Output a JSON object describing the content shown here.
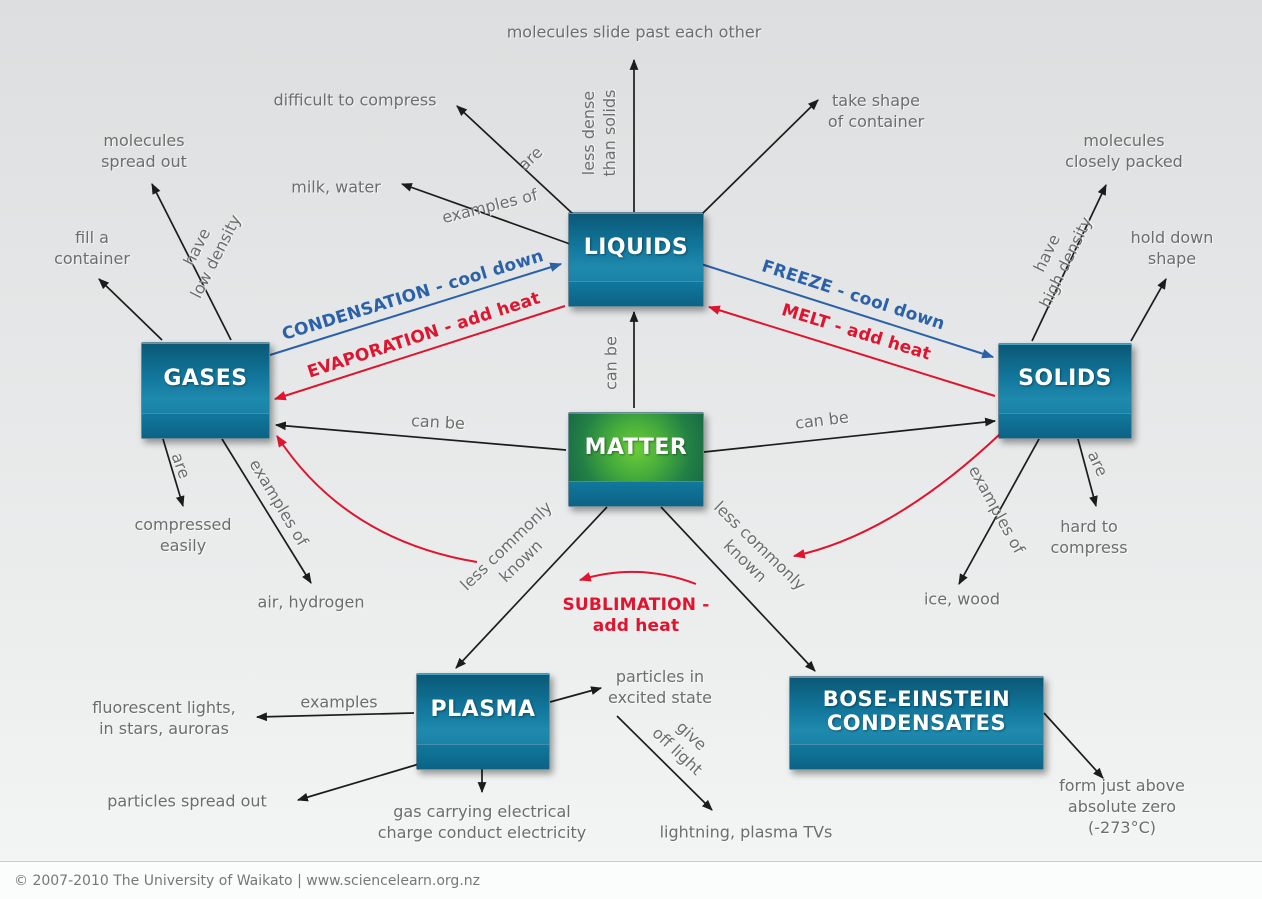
{
  "nodes": {
    "matter": "MATTER",
    "liquids": "LIQUIDS",
    "gases": "GASES",
    "solids": "SOLIDS",
    "plasma": "PLASMA",
    "bec": "BOSE-EINSTEIN\nCONDENSATES"
  },
  "labels": {
    "slide": "molecules slide past each other",
    "less_dense": "less dense\nthan solids",
    "difficult": "difficult to compress",
    "are_liquids": "are",
    "milk": "milk, water",
    "examples_of_liquids": "examples of",
    "take_shape": "take shape\nof container",
    "molecules_spread": "molecules\nspread out",
    "have_low_density": "have\nlow density",
    "fill_container": "fill a\ncontainer",
    "are_gases": "are",
    "compressed": "compressed\neasily",
    "examples_of_gases": "examples of",
    "air": "air, hydrogen",
    "molecules_packed": "molecules\nclosely packed",
    "have_high_density": "have\nhigh density",
    "hold_shape": "hold down\nshape",
    "are_solids": "are",
    "hard_compress": "hard to\ncompress",
    "examples_of_solids": "examples of",
    "ice": "ice, wood",
    "can_be_left": "can be",
    "can_be_right": "can be",
    "can_be_up": "can be",
    "less_known_left": "less commonly\nknown",
    "less_known_right": "less commonly\nknown",
    "examples_plasma": "examples",
    "fluorescent": "fluorescent lights,\nin stars, auroras",
    "particles_excited": "particles in\nexcited state",
    "give_off_light": "give\noff light",
    "particles_spread": "particles spread out",
    "gas_carrying": "gas carrying electrical\ncharge conduct electricity",
    "lightning": "lightning, plasma TVs",
    "form_above": "form just above\nabsolute zero (-273°C)"
  },
  "transitions": {
    "condensation": "CONDENSATION - cool down",
    "evaporation": "EVAPORATION - add heat",
    "freeze": "FREEZE - cool down",
    "melt": "MELT - add heat",
    "sublimation": "SUBLIMATION -\nadd heat"
  },
  "colors": {
    "node_teal": "#11759a",
    "matter_green": "#45ab3b",
    "arrow_black": "#1c1c1c",
    "transition_red": "#e0142f",
    "transition_blue": "#2a61a8",
    "label_gray": "#6d6d6d"
  },
  "footer": {
    "copyright": "© 2007-2010 The University of Waikato | www.sciencelearn.org.nz"
  }
}
